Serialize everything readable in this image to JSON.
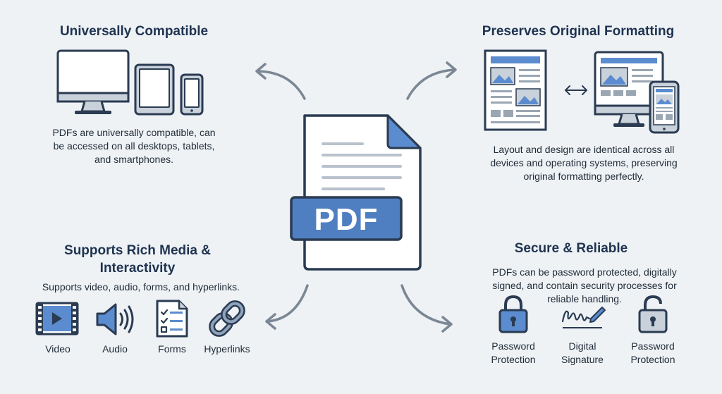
{
  "center": {
    "badge": "PDF"
  },
  "top_left": {
    "title": "Universally Compatible",
    "description": "PDFs are universally compatible, can be accessed on all desktops, tablets, and smartphones."
  },
  "top_right": {
    "title": "Preserves Original Formatting",
    "description": "Layout and design are identical across all devices and operating systems, preserving original formatting perfectly."
  },
  "bottom_left": {
    "title": "Supports Rich Media & Interactivity",
    "description": "Supports video, audio, forms, and hyperlinks.",
    "items": [
      {
        "label": "Video",
        "icon": "video-icon"
      },
      {
        "label": "Audio",
        "icon": "audio-icon"
      },
      {
        "label": "Forms",
        "icon": "forms-icon"
      },
      {
        "label": "Hyperlinks",
        "icon": "hyperlinks-icon"
      }
    ]
  },
  "bottom_right": {
    "title": "Secure & Reliable",
    "description": "PDFs can be password protected, digitally signed, and contain security processes for reliable handling.",
    "items": [
      {
        "label": "Password Protection",
        "icon": "lock-icon"
      },
      {
        "label": "Digital Signature",
        "icon": "signature-icon"
      },
      {
        "label": "Password Protection",
        "icon": "unlock-icon"
      }
    ]
  },
  "colors": {
    "accent": "#4f7fc1",
    "outline": "#2a3b52",
    "arrow": "#7b8794",
    "background": "#eef2f5"
  }
}
